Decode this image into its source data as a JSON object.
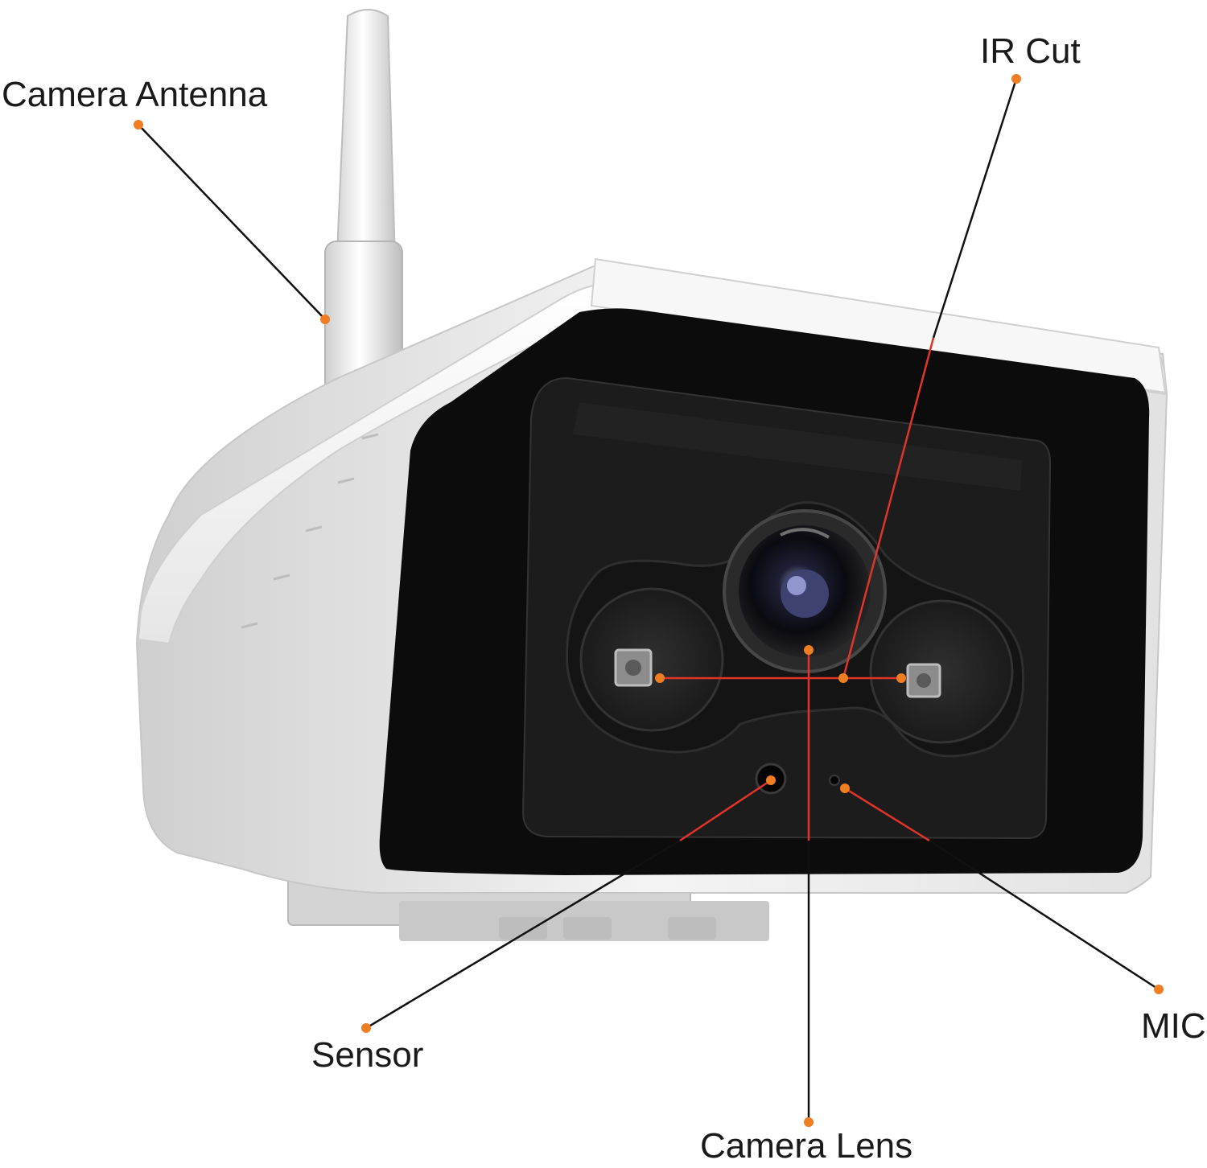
{
  "labels": {
    "camera_antenna": "Camera Antenna",
    "ir_cut": "IR Cut",
    "mic": "MIC",
    "sensor": "Sensor",
    "camera_lens": "Camera Lens"
  },
  "colors": {
    "background": "#ffffff",
    "housing_white": "#f2f2f2",
    "housing_shade": "#d9d9d9",
    "face_black": "#0c0c0c",
    "panel_dark": "#1c1c1c",
    "leader_black": "#111111",
    "leader_red": "#e0342b",
    "dot_orange": "#ef7d22",
    "text": "#1a1a1a"
  }
}
